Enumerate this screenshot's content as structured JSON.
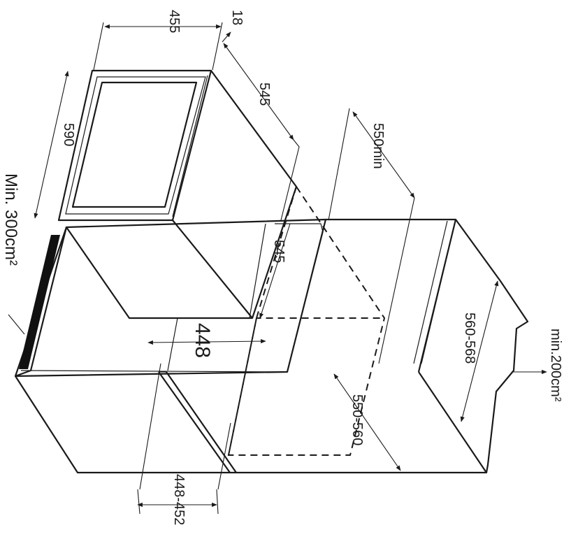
{
  "dimensions": {
    "width": "455",
    "panel_thickness": "18",
    "depth_top": "545",
    "height": "590",
    "min_depth": "550min",
    "inner_depth": "545",
    "inner_width": "448",
    "niche_height": "560-568",
    "niche_depth": "550-560",
    "niche_width": "448-452"
  },
  "ventilation": {
    "top_opening": "Min. 300cm²",
    "bottom_opening": "min.200cm²"
  },
  "colors": {
    "line": "#1a1a1a",
    "background": "#ffffff"
  }
}
